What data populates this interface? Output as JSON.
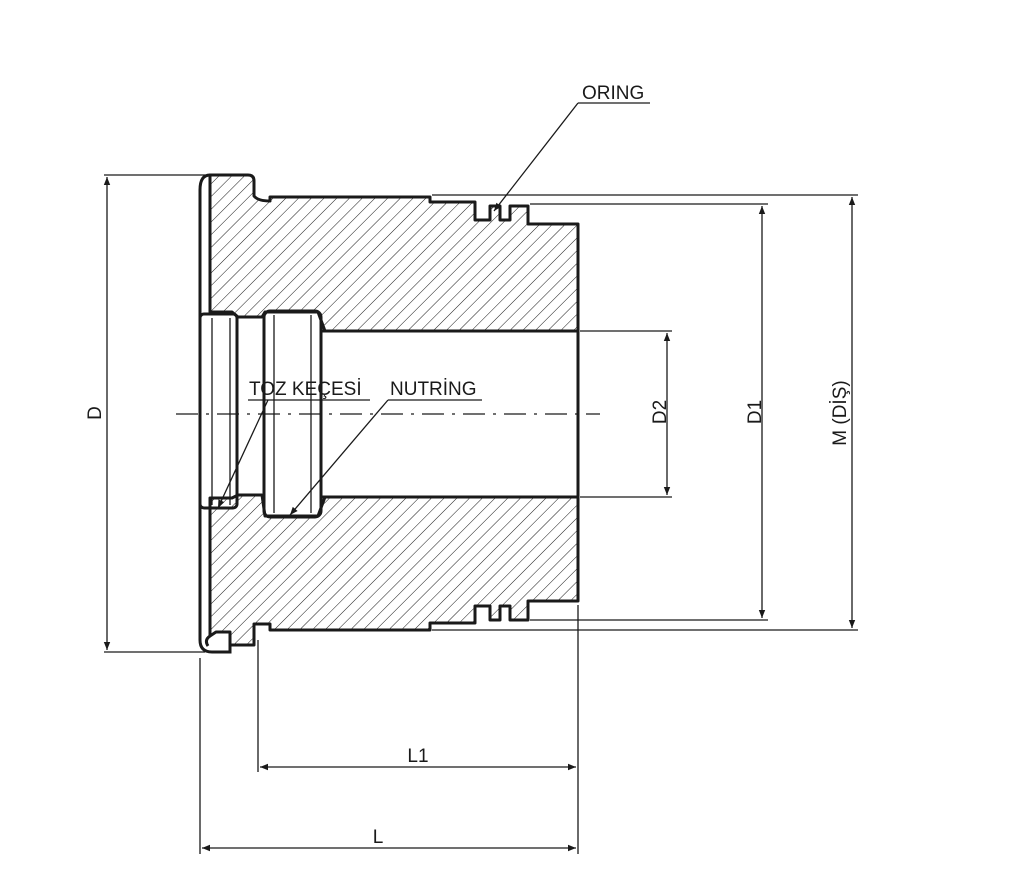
{
  "labels": {
    "oring": "ORING",
    "toz_kecesi": "TOZ KEÇESİ",
    "nutring": "NUTRİNG",
    "d": "D",
    "d1": "D1",
    "d2": "D2",
    "m_dis": "M  (DİŞ)",
    "l": "L",
    "l1": "L1"
  },
  "colors": {
    "line": "#1a1a1a",
    "background": "#ffffff"
  }
}
